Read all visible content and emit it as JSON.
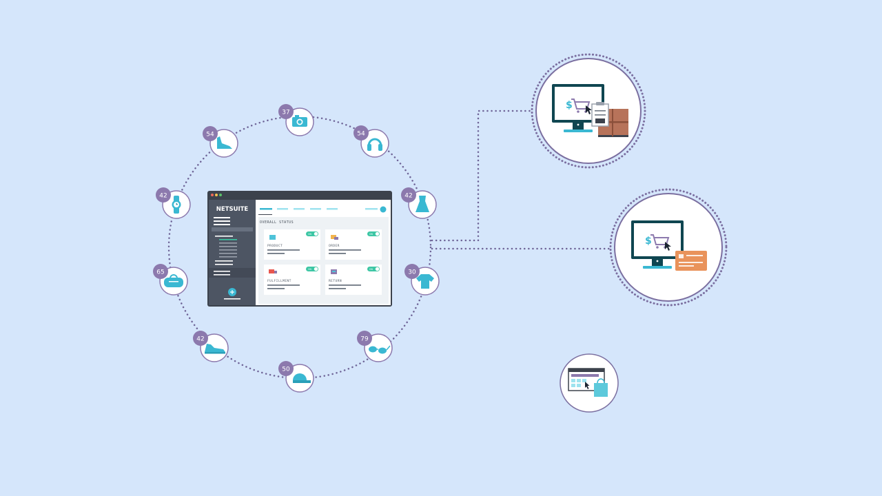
{
  "app": {
    "logo": "NETSUITE",
    "status_title": "OVERALL STATUS",
    "cards": [
      {
        "label": "PRODUCT",
        "toggle": "ON"
      },
      {
        "label": "ORDER",
        "toggle": "ON"
      },
      {
        "label": "FULFILLMENT",
        "toggle": "ON"
      },
      {
        "label": "RETURN",
        "toggle": "ON"
      }
    ]
  },
  "products": [
    {
      "icon": "camera-icon",
      "count": "37"
    },
    {
      "icon": "headphones-icon",
      "count": "54"
    },
    {
      "icon": "dress-icon",
      "count": "42"
    },
    {
      "icon": "tshirt-icon",
      "count": "30"
    },
    {
      "icon": "sunglasses-icon",
      "count": "79"
    },
    {
      "icon": "cap-icon",
      "count": "50"
    },
    {
      "icon": "sneaker-icon",
      "count": "42"
    },
    {
      "icon": "bag-icon",
      "count": "65"
    },
    {
      "icon": "watch-icon",
      "count": "42"
    },
    {
      "icon": "high-heel-icon",
      "count": "54"
    }
  ],
  "channels": [
    {
      "name": "order-fulfillment-channel",
      "icon": "computer-cart-warehouse-icon",
      "symbol": "$"
    },
    {
      "name": "payment-channel",
      "icon": "computer-cart-card-icon",
      "symbol": "$"
    },
    {
      "name": "store-channel",
      "icon": "web-storefront-bag-icon"
    }
  ],
  "colors": {
    "background": "#d5e6fb",
    "accent": "#3ab8d2",
    "badge": "#8c79ad",
    "ring": "#7b6fa0",
    "dots": "#6e6497",
    "sidebar": "#4d5563",
    "toggle": "#3cc6a4"
  }
}
